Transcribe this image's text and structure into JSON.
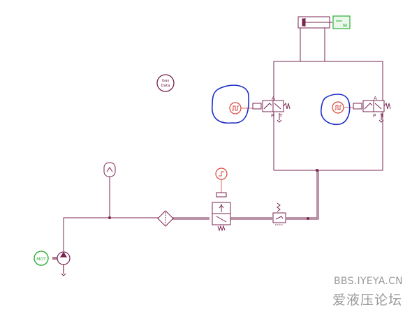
{
  "labels": {
    "gas_data_line1": "Gas",
    "gas_data_line2": "Data",
    "motor": "MOT",
    "load": "M",
    "port_a": "A",
    "port_p": "P",
    "port_t": "T"
  },
  "watermark": {
    "site": "BBS.IYEYA.CN",
    "name": "爱液压论坛"
  },
  "colors": {
    "line": "#7a2450",
    "annotation": "#1f2fc8",
    "signal": "#d6453a",
    "green": "#2fae3a",
    "watermark": "#9a9a9a"
  },
  "icons": {
    "pump": "hydraulic-pump-icon",
    "motor": "electric-motor-icon",
    "accumulator": "accumulator-icon",
    "filter": "filter-icon",
    "valve": "directional-valve-icon",
    "relief": "relief-valve-icon",
    "cylinder": "hydraulic-cylinder-icon",
    "signal": "square-wave-signal-icon"
  }
}
